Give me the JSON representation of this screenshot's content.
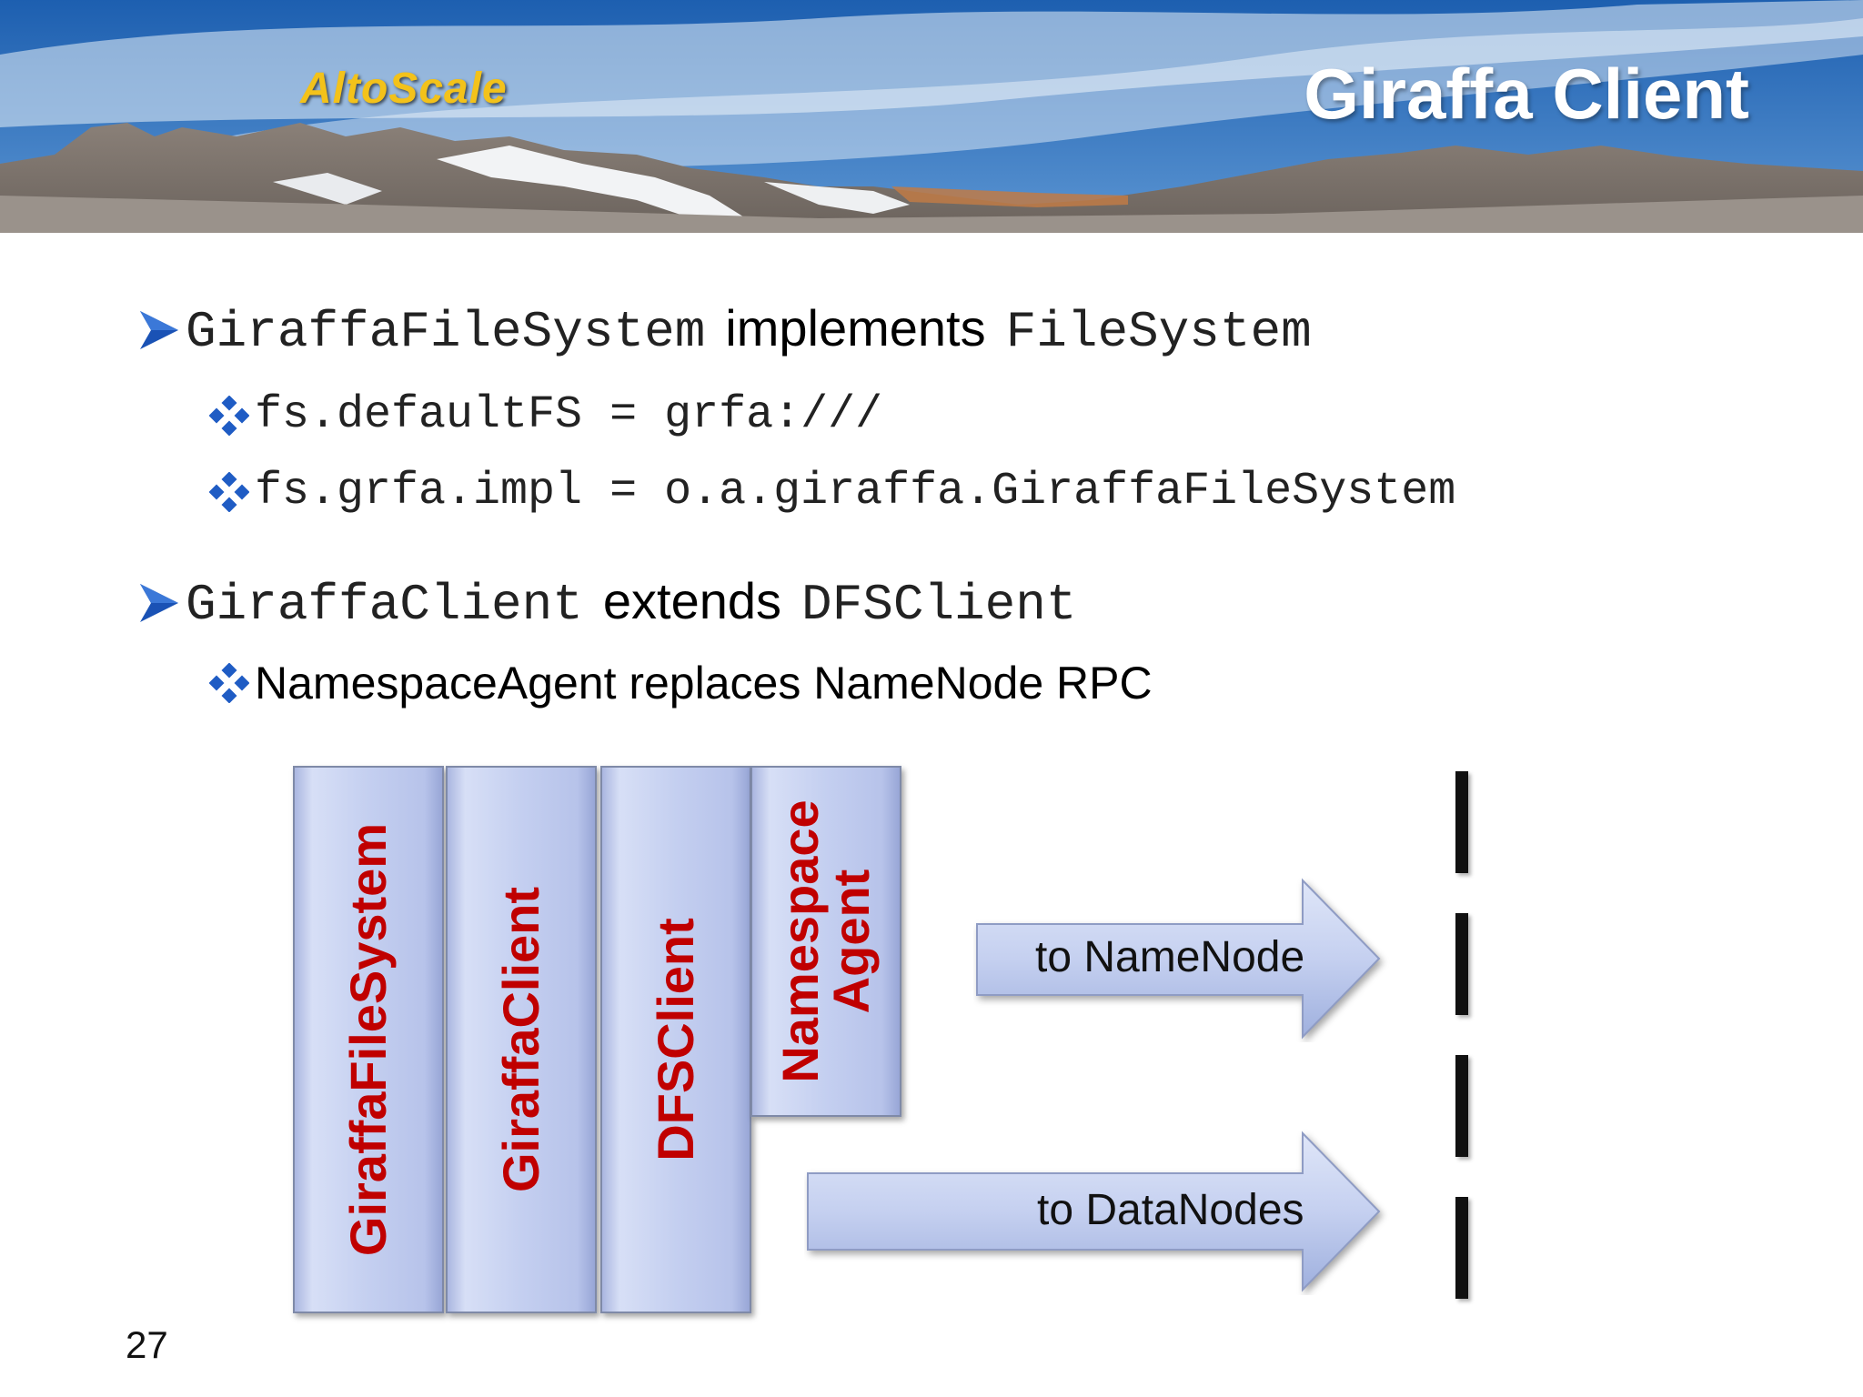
{
  "banner": {
    "logo": "AltoScale",
    "title": "Giraffa Client"
  },
  "bullets": [
    {
      "level": 1,
      "parts": [
        "GiraffaFileSystem",
        "implements",
        "FileSystem"
      ]
    },
    {
      "level": 2,
      "text": "fs.defaultFS = grfa:///"
    },
    {
      "level": 2,
      "text": "fs.grfa.impl = o.a.giraffa.GiraffaFileSystem"
    },
    {
      "level": 1,
      "parts": [
        "GiraffaClient",
        "extends",
        "DFSClient"
      ]
    },
    {
      "level": 2,
      "text": "NamespaceAgent replaces NameNode RPC"
    }
  ],
  "diagram": {
    "layers": [
      "GiraffaFileSystem",
      "GiraffaClient",
      "DFSClient"
    ],
    "agent": {
      "line1": "Namespace",
      "line2": "Agent"
    },
    "arrows": [
      "to NameNode",
      "to DataNodes"
    ],
    "colors": {
      "label": "#c00000",
      "box": "#c4cff0"
    }
  },
  "page_number": "27"
}
